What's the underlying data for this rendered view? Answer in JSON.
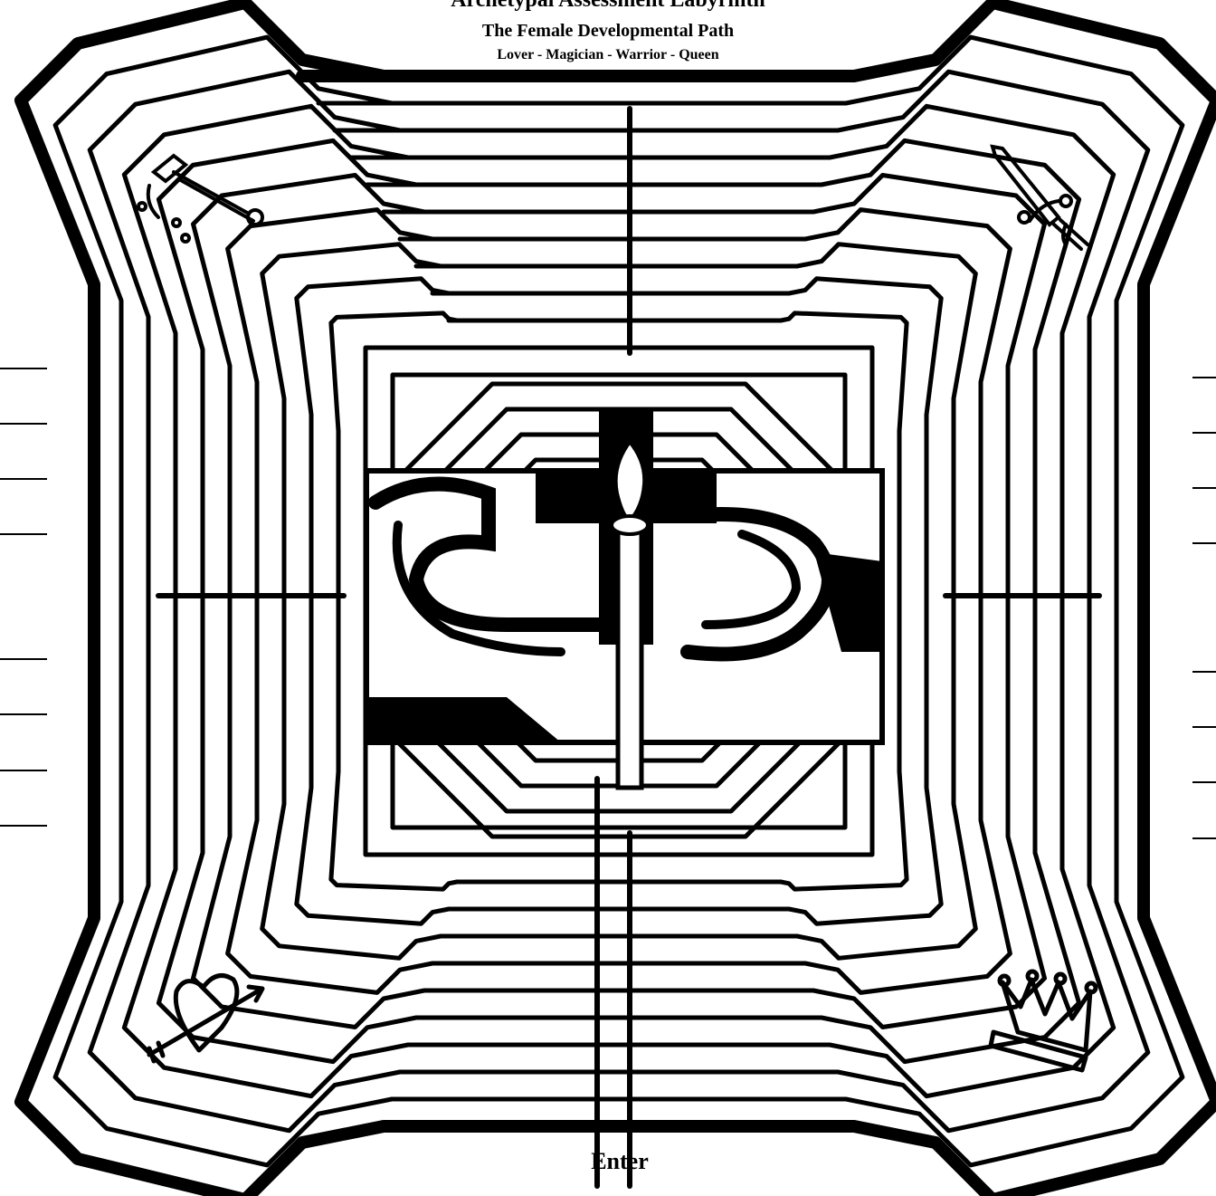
{
  "header": {
    "title": "Archetypal Assessment Labyrinth",
    "subtitle": "The Female Developmental Path",
    "archetypes_line": "Lover - Magician - Warrior - Queen"
  },
  "entry_label": "Enter",
  "corners": {
    "top_left": "wand-icon",
    "top_right": "sword-icon",
    "bottom_left": "heart-arrow-icon",
    "bottom_right": "crown-icon"
  },
  "center_symbol": "cross-with-flame-icon",
  "colors": {
    "ink": "#000000",
    "paper": "#ffffff"
  }
}
